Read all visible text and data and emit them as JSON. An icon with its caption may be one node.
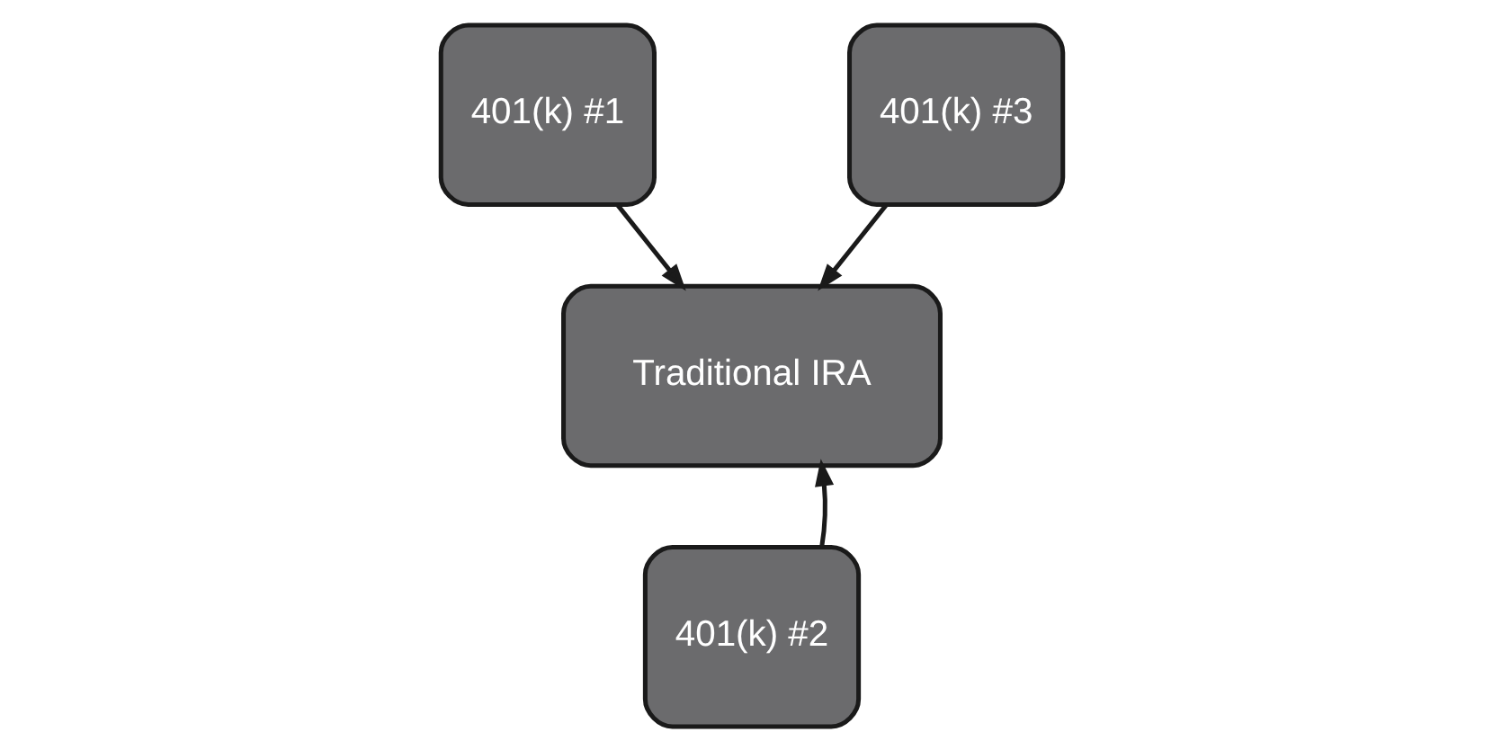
{
  "diagram": {
    "nodes": [
      {
        "text": [
          "401(k) #1"
        ]
      },
      {
        "text": [
          "Traditional IRA"
        ]
      },
      {
        "text": [
          "401(k) #3"
        ]
      },
      {
        "text": [
          "401(k) #2"
        ]
      }
    ],
    "edges": [
      {
        "from": 0,
        "to": 1,
        "arrow": "to"
      },
      {
        "from": 2,
        "to": 1,
        "arrow": "to"
      },
      {
        "from": 3,
        "to": 1,
        "arrow": "to"
      }
    ]
  }
}
